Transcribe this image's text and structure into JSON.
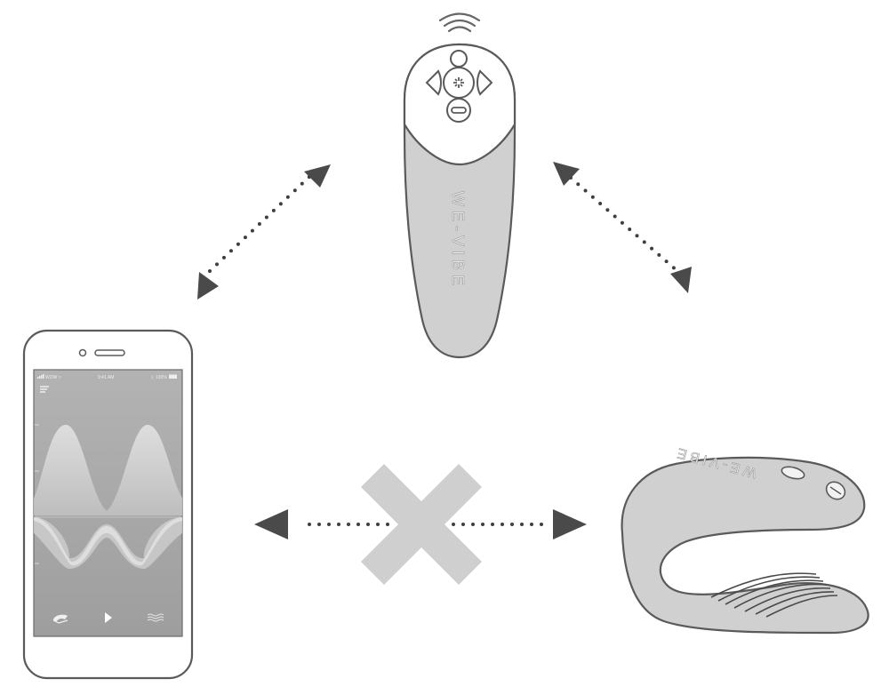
{
  "phone": {
    "carrier": "WOW",
    "time": "9:41 AM",
    "battery": "100%",
    "icons": {
      "menu": "menu-icon",
      "wifi": "wifi-icon",
      "bluetooth": "bluetooth-icon",
      "signal": "signal-icon",
      "mode": "mode-icon",
      "play": "play-icon",
      "wave": "wave-pattern-icon"
    }
  },
  "remote": {
    "brand_text": "WE-VIBE",
    "icons": {
      "signal": "wireless-signal-icon",
      "plus": "plus-icon",
      "minus": "minus-icon",
      "left": "chevron-left-icon",
      "right": "chevron-right-icon",
      "power": "power-icon",
      "center": "mode-cycle-icon"
    }
  },
  "device": {
    "brand_text": "WE-VIBE"
  },
  "connections": [
    {
      "from": "phone",
      "to": "remote",
      "status": "connected"
    },
    {
      "from": "remote",
      "to": "device",
      "status": "connected"
    },
    {
      "from": "phone",
      "to": "device",
      "status": "not-connected"
    }
  ],
  "colors": {
    "arrow": "#4a4a4a",
    "cross": "#cfcfcf",
    "device_fill": "#d0d0d0",
    "outline": "#555555",
    "screen": "#a9a9a9"
  }
}
